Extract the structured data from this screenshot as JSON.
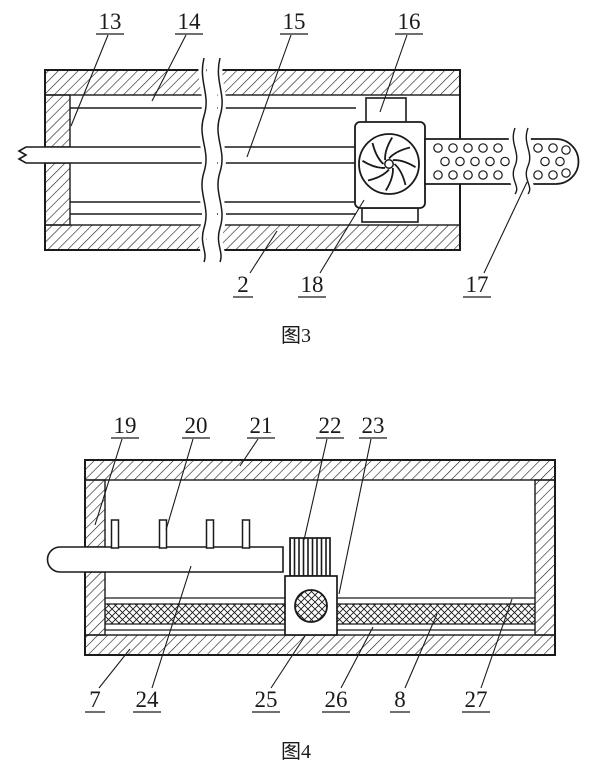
{
  "colors": {
    "ink": "#1a1a1a",
    "background": "#ffffff"
  },
  "figure3": {
    "caption": "图3",
    "labels": {
      "13": "13",
      "14": "14",
      "15": "15",
      "16": "16",
      "2": "2",
      "18": "18",
      "17": "17"
    }
  },
  "figure4": {
    "caption": "图4",
    "labels": {
      "19": "19",
      "20": "20",
      "21": "21",
      "22": "22",
      "23": "23",
      "7": "7",
      "24": "24",
      "25": "25",
      "26": "26",
      "8": "8",
      "27": "27"
    }
  }
}
